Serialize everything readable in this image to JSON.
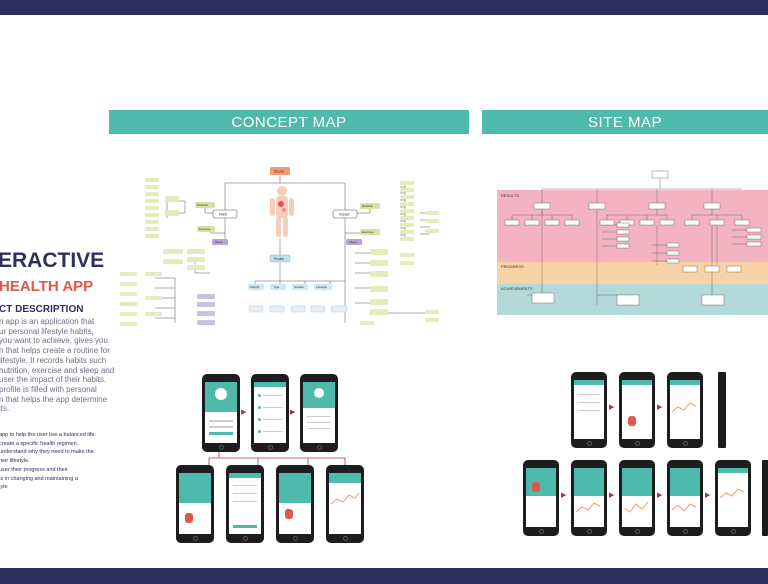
{
  "headers": {
    "concept_map": "CONCEPT MAP",
    "site_map": "SITE MAP"
  },
  "title": {
    "line1": "ERACTIVE",
    "line2": "HEALTH APP"
  },
  "product": {
    "heading": "CT DESCRIPTION",
    "lines": [
      "n app is an application that",
      "ur personal lifestyle habits,",
      "you want to achieve, gives you",
      "n that helps create a routine for",
      "lifestyle. It records habits such",
      "nutrition, exercise and sleep and",
      " user the impact of their habits.",
      "profile is filled with personal",
      "n that helps the app determine",
      "its."
    ]
  },
  "goals": {
    "lines": [
      "app to help the user live a balanced life.",
      "create a specific health regimen.",
      "understand why they need to make the",
      "heir lifestyle.",
      "user their progress and their",
      "ts in changing and maintaining a",
      "tyle"
    ]
  },
  "concept_nodes": {
    "root": "Social",
    "habit": "Habit",
    "impact": "Impact",
    "nutrition_l": "Nutrition",
    "exercise_l": "Exercise",
    "sleep_l": "Sleep",
    "nutrition_r": "Nutrition",
    "exercise_r": "Exercise",
    "sleep_r": "Sleep",
    "profile": "Profile",
    "weight": "Weight",
    "age": "Age",
    "gender": "Gender",
    "lifestyle": "Lifestyle"
  },
  "site_sections": {
    "results": "RESULTS",
    "progress": "PROGRESS",
    "achievements": "ACHIEVEMENTS"
  },
  "colors": {
    "navy": "#2e2f5e",
    "teal": "#4fb9ac",
    "coral": "#e0574c",
    "pink": "#f4b3c2",
    "peach": "#f9d3a6",
    "mint": "#b3d9d8"
  }
}
